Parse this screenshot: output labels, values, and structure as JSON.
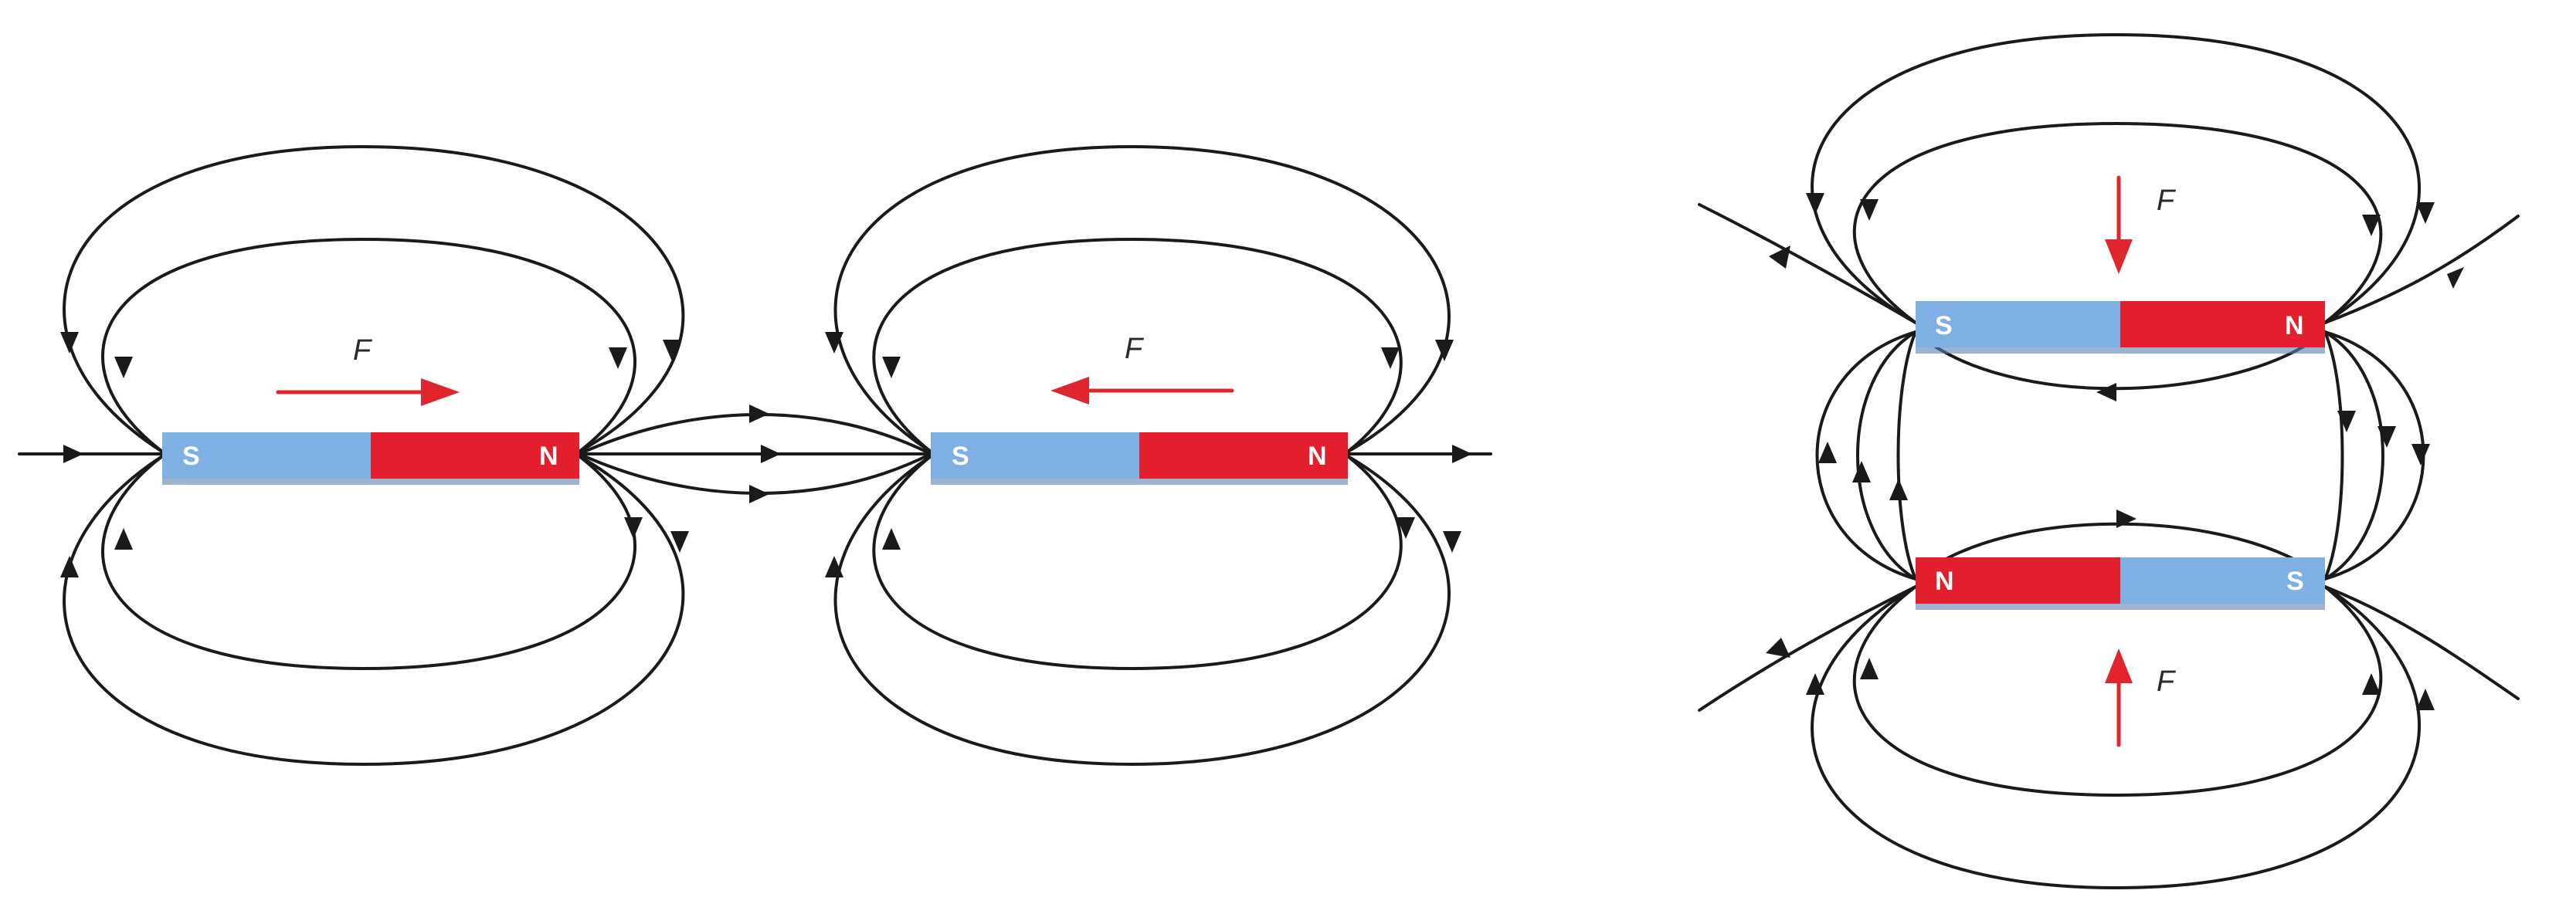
{
  "colors": {
    "north_pole": "#e31e2d",
    "south_pole": "#7fb0e3",
    "force_arrow": "#e0252f",
    "field_line": "#1a1a1a"
  },
  "magnets": [
    {
      "id": "left",
      "left_pole": "S",
      "right_pole": "N"
    },
    {
      "id": "middle",
      "left_pole": "S",
      "right_pole": "N"
    },
    {
      "id": "right-top",
      "left_pole": "S",
      "right_pole": "N"
    },
    {
      "id": "right-bottom",
      "left_pole": "N",
      "right_pole": "S"
    }
  ],
  "forces": [
    {
      "id": "left",
      "label": "F",
      "direction": "right"
    },
    {
      "id": "middle",
      "label": "F",
      "direction": "left"
    },
    {
      "id": "right-top",
      "label": "F",
      "direction": "down"
    },
    {
      "id": "right-bottom",
      "label": "F",
      "direction": "up"
    }
  ]
}
